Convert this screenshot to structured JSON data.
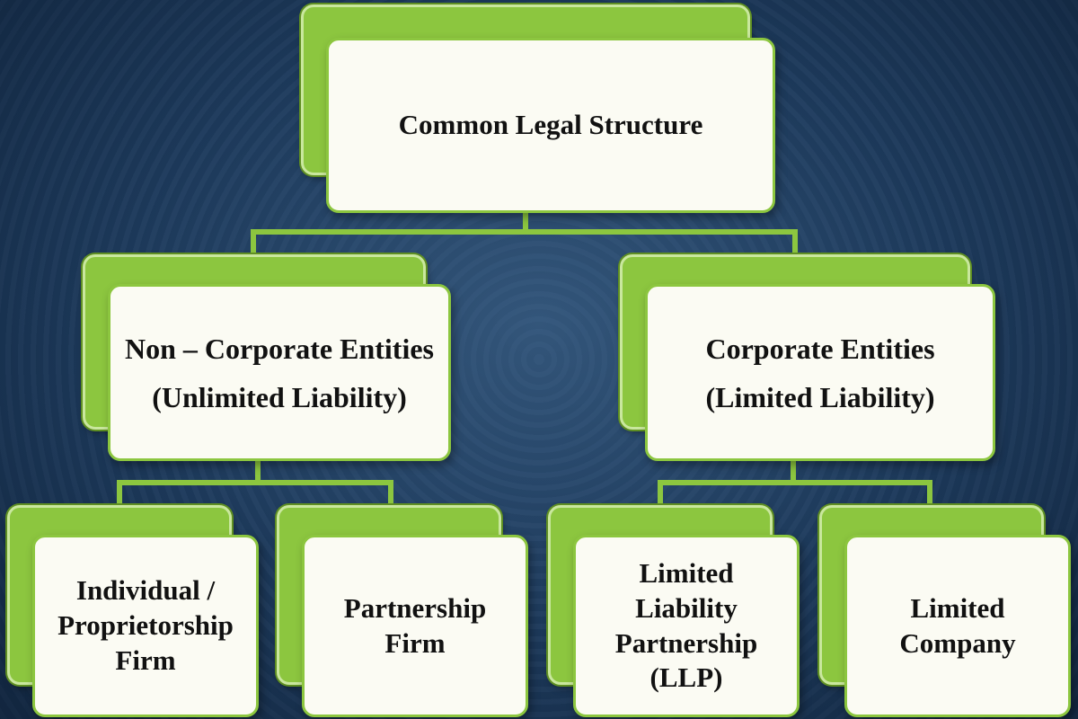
{
  "diagram": {
    "root": {
      "lines": [
        "Common Legal Structure"
      ]
    },
    "branches": [
      {
        "lines": [
          "Non – Corporate Entities",
          "(Unlimited Liability)"
        ],
        "children": [
          {
            "lines": [
              "Individual /",
              "Proprietorship",
              "Firm"
            ]
          },
          {
            "lines": [
              "Partnership",
              "Firm"
            ]
          }
        ]
      },
      {
        "lines": [
          "Corporate Entities",
          "(Limited Liability)"
        ],
        "children": [
          {
            "lines": [
              "Limited",
              "Liability",
              "Partnership",
              "(LLP)"
            ]
          },
          {
            "lines": [
              "Limited",
              "Company"
            ]
          }
        ]
      }
    ]
  },
  "colors": {
    "background": "#1d3a5c",
    "box_fill": "#fbfbf3",
    "box_accent": "#8cc63f",
    "connector": "#8cc63f",
    "text": "#111111"
  }
}
